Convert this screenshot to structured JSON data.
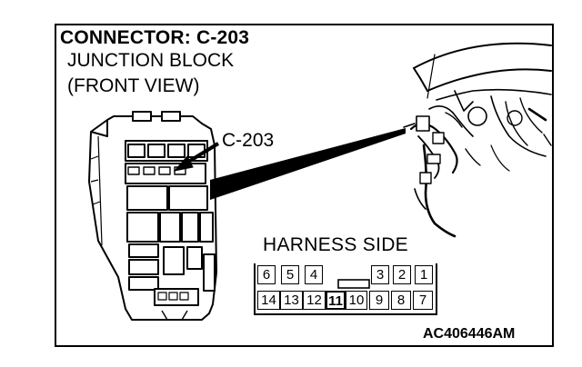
{
  "title": "CONNECTOR: C-203",
  "subtitle_lines": [
    "JUNCTION BLOCK",
    "(FRONT VIEW)"
  ],
  "callout": "C-203",
  "harness_label": "HARNESS SIDE",
  "connector": {
    "top_row": [
      "6",
      "5",
      "4",
      "3",
      "2",
      "1"
    ],
    "bottom_row": [
      "14",
      "13",
      "12",
      "11",
      "10",
      "9",
      "8",
      "7"
    ]
  },
  "figure_code": "AC406446AM"
}
